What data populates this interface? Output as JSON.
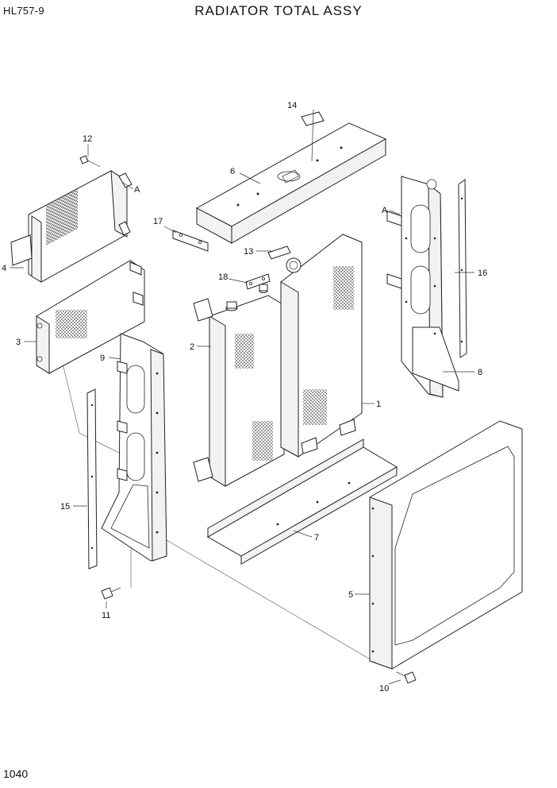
{
  "header": {
    "model_code": "HL757-9",
    "title": "RADIATOR TOTAL ASSY"
  },
  "footer": {
    "page_number": "1040"
  },
  "callouts": {
    "c1": "1",
    "c2": "2",
    "c3": "3",
    "c4": "4",
    "c5": "5",
    "c6": "6",
    "c7": "7",
    "c8": "8",
    "c9": "9",
    "c10": "10",
    "c11": "11",
    "c12": "12",
    "c13": "13",
    "c14": "14",
    "c15": "15",
    "c16": "16",
    "c17": "17",
    "c18": "18",
    "refA_left": "A",
    "refA_right": "A"
  }
}
